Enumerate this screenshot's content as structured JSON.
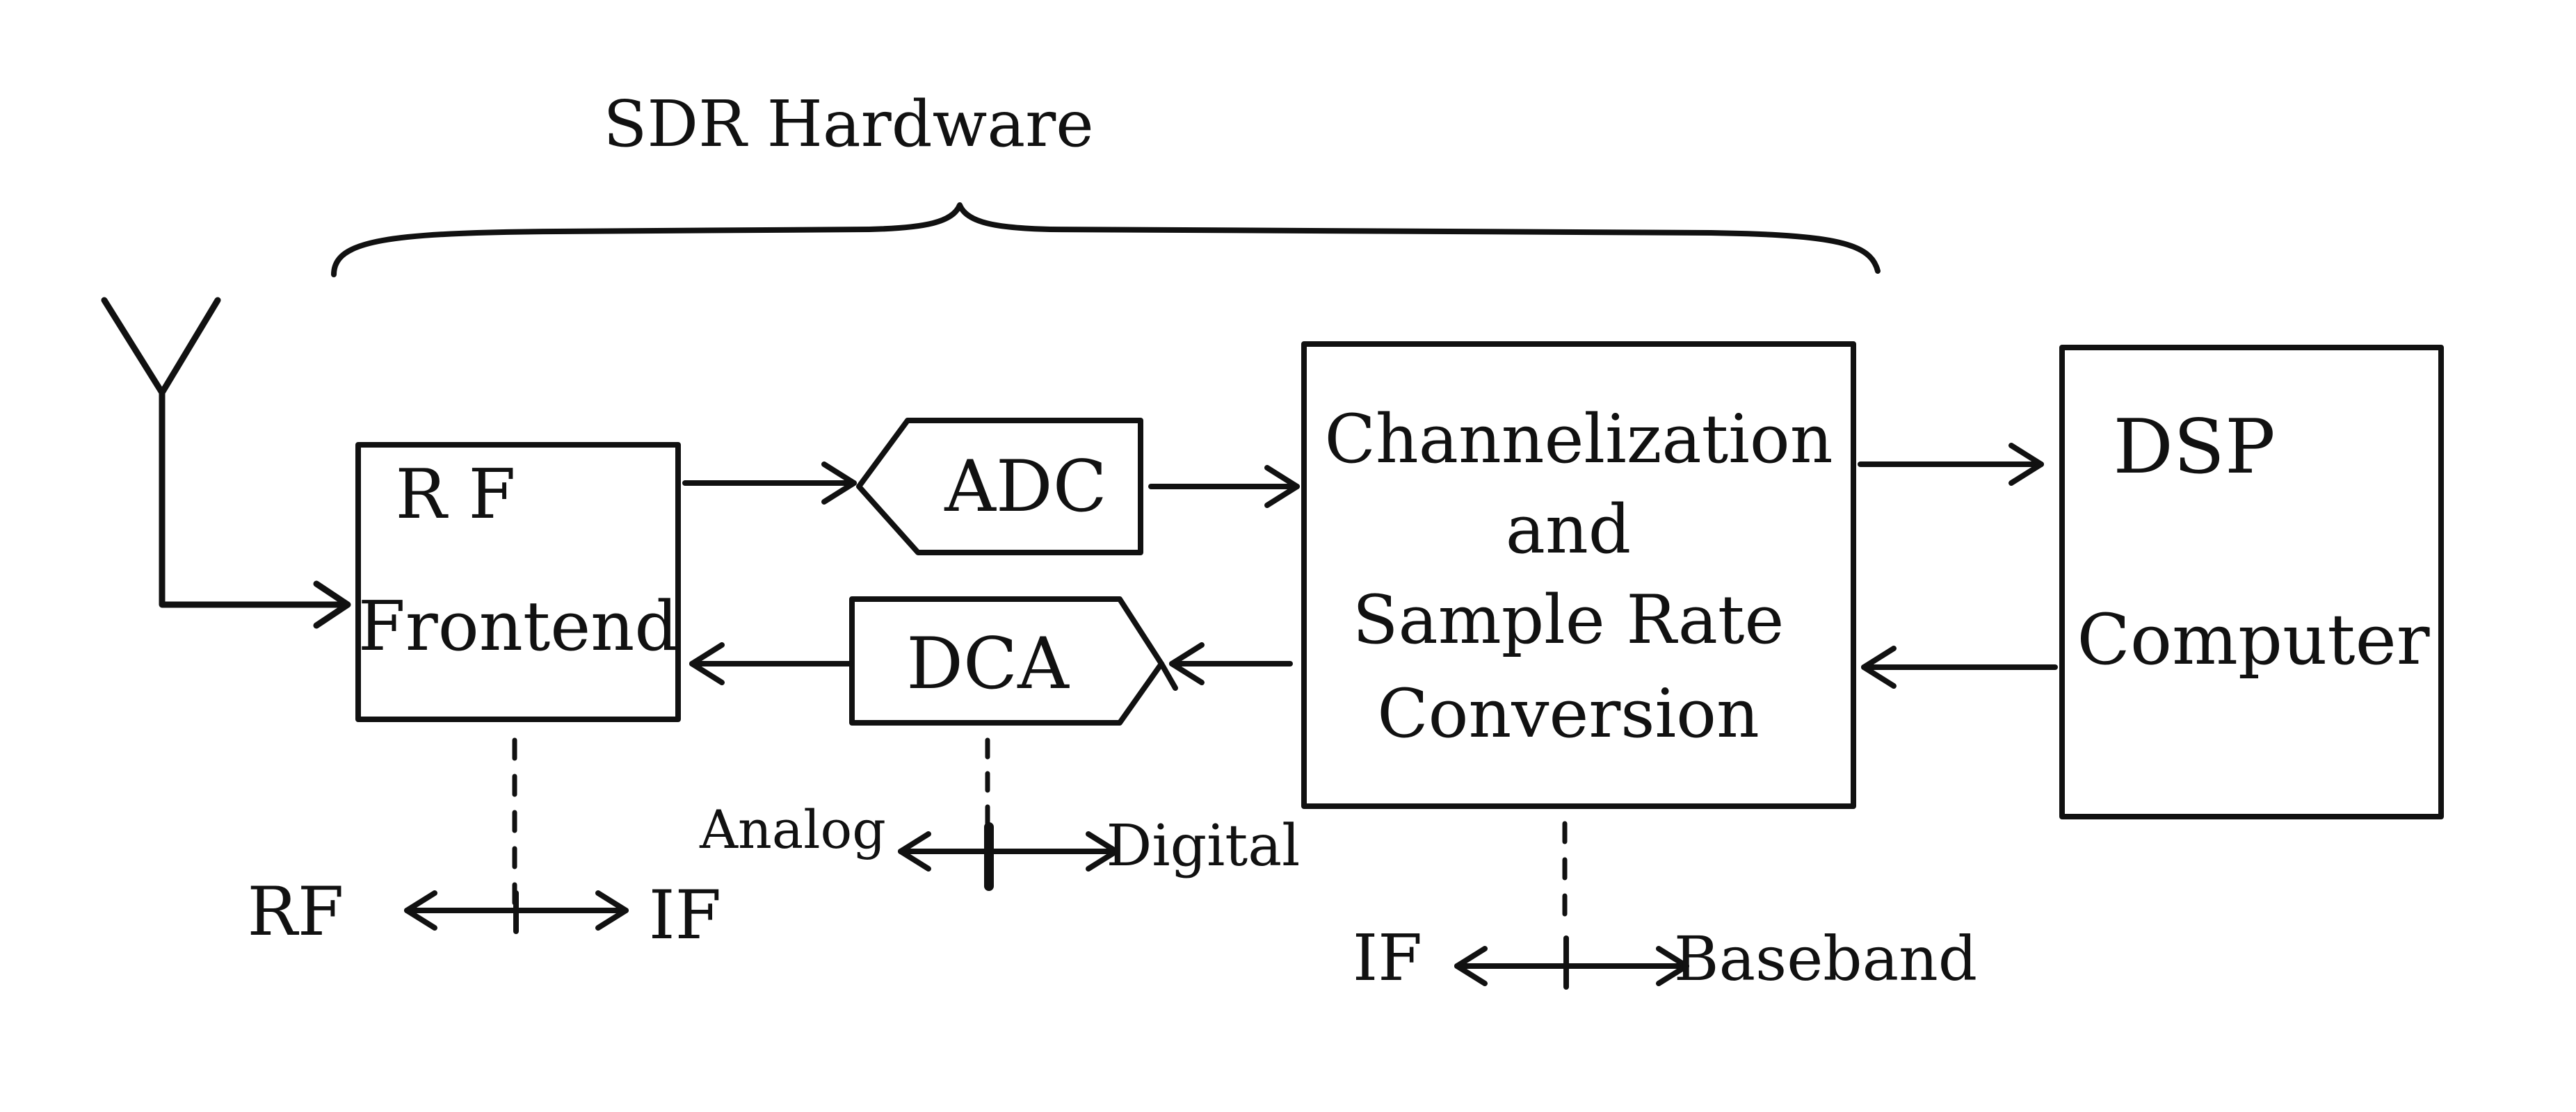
{
  "title": "SDR Hardware",
  "colors": {
    "ink": "#111111",
    "background": "#ffffff"
  },
  "blocks": {
    "rf_frontend": {
      "line1": "R F",
      "line2": "Frontend"
    },
    "adc": {
      "label": "ADC"
    },
    "dca": {
      "label": "DCA"
    },
    "channelization": {
      "line1": "Channelization",
      "line2": "and",
      "line3": "Sample Rate",
      "line4": "Conversion"
    },
    "dsp": {
      "line1": "DSP",
      "line2": "Computer"
    }
  },
  "boundaries": {
    "rf_if": {
      "left": "RF",
      "right": "IF"
    },
    "analog_digital": {
      "left": "Analog",
      "right": "Digital"
    },
    "if_baseband": {
      "left": "IF",
      "right": "Baseband"
    }
  },
  "icons": {
    "antenna": "antenna-icon"
  }
}
